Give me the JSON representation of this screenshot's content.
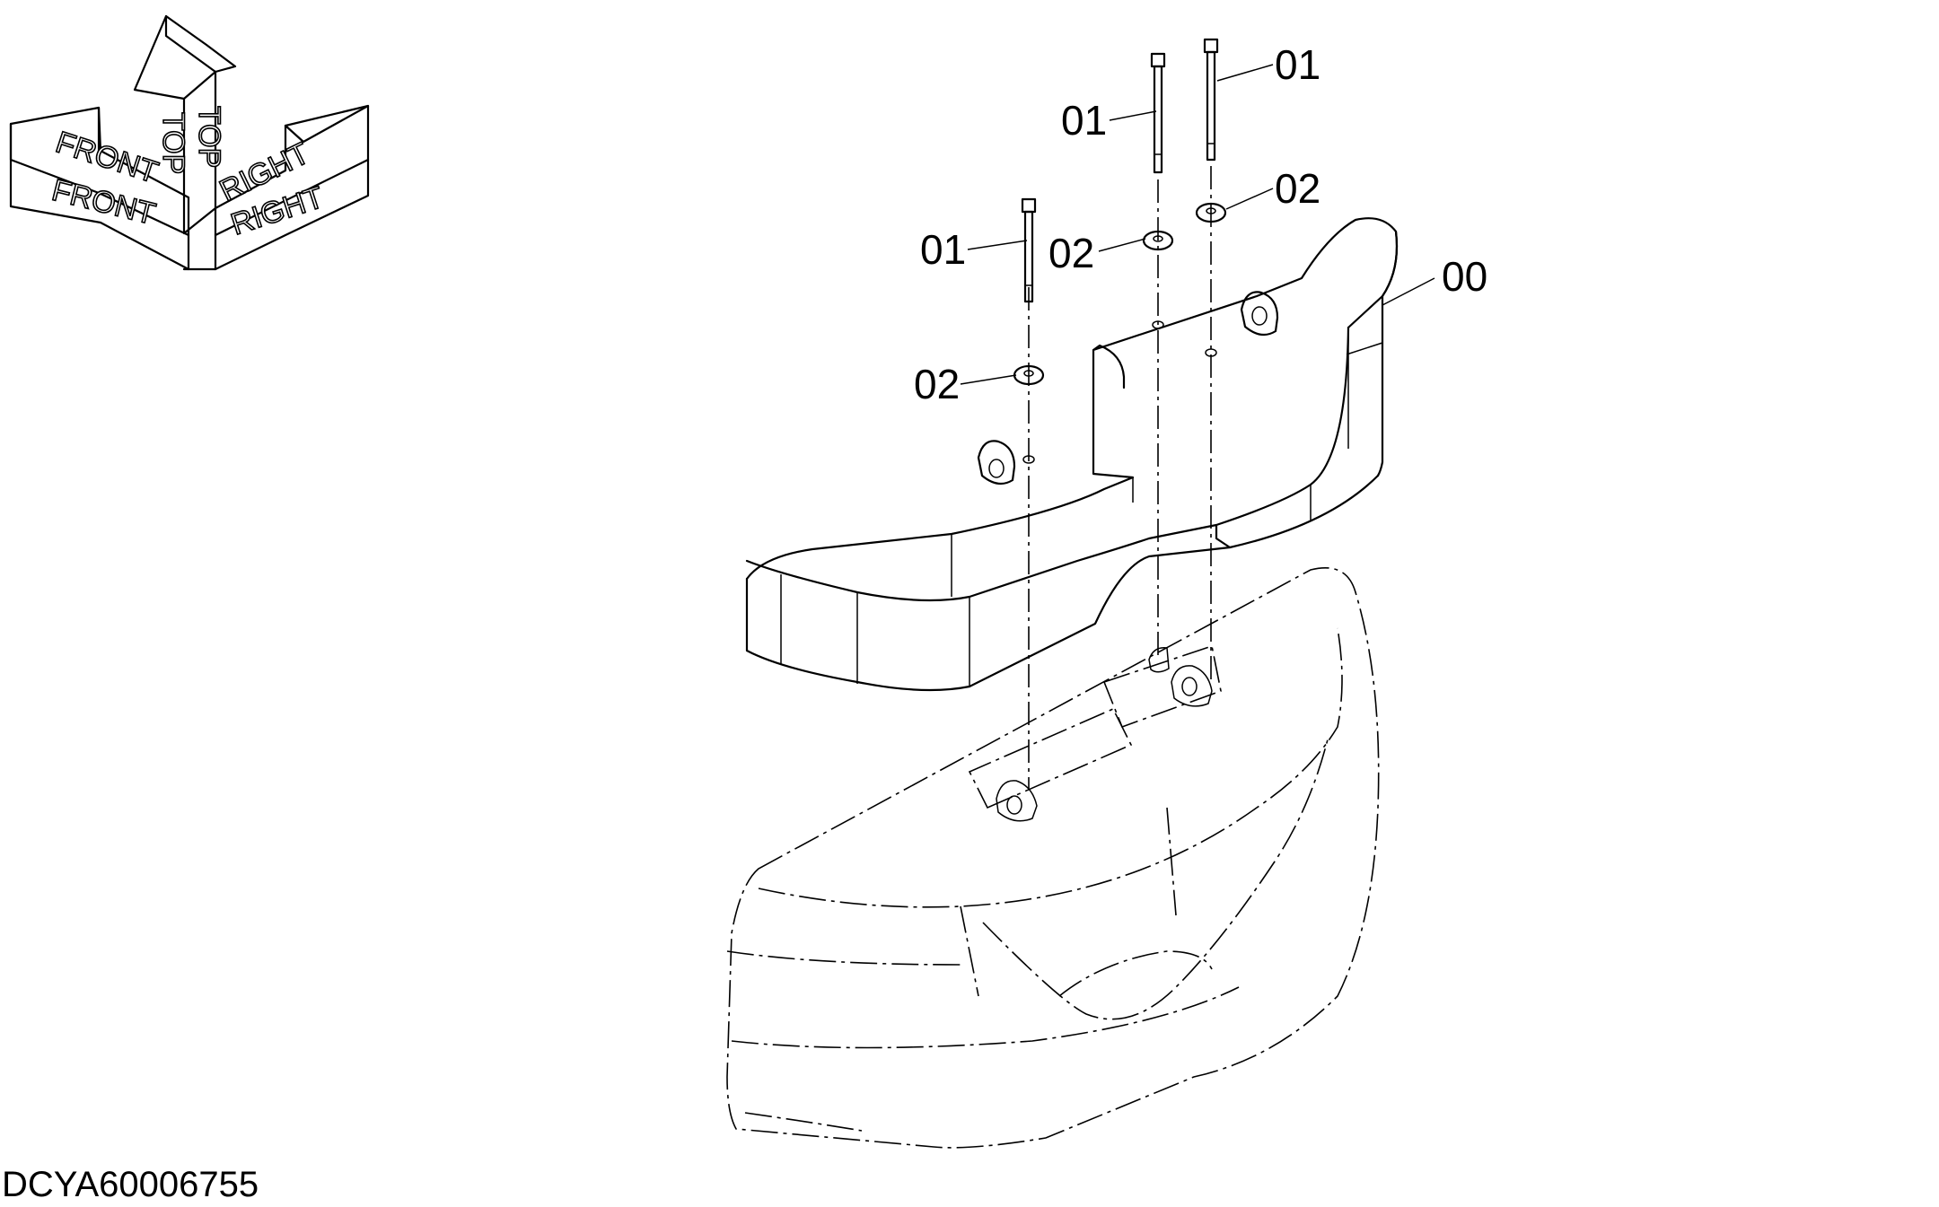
{
  "orientation": {
    "front_label": "FRONT",
    "top_label": "TOP",
    "right_label": "RIGHT"
  },
  "callouts": {
    "bolt_left": "01",
    "bolt_middle": "01",
    "bolt_right": "01",
    "washer_left": "02",
    "washer_middle": "02",
    "washer_right": "02",
    "weight_assembly": "00"
  },
  "document_id": "DCYA60006755"
}
